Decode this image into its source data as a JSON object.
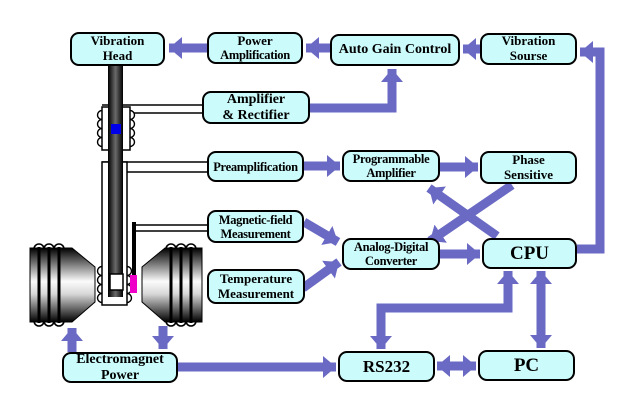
{
  "diagram_type": "block-diagram",
  "subject": "vibrating sample magnetometer measurement system",
  "colors": {
    "background": "#ffffff",
    "node_fill": "#ccfbfb",
    "node_border": "#000000",
    "arrow": "#6a6ac4",
    "reference_marker": "#0000e8",
    "hall_sensor": "#ee00c8",
    "text": "#000000"
  },
  "nodes": {
    "vibration_head": {
      "lines": [
        "Vibration",
        "Head"
      ]
    },
    "power_amplification": {
      "lines": [
        "Power",
        "Amplification"
      ]
    },
    "auto_gain_control": {
      "lines": [
        "Auto Gain Control"
      ]
    },
    "vibration_sourse": {
      "lines": [
        "Vibration",
        "Sourse"
      ]
    },
    "amplifier_rectifier": {
      "lines": [
        "Amplifier",
        "& Rectifier"
      ]
    },
    "preamplification": {
      "lines": [
        "Preamplification"
      ]
    },
    "programmable_amplifier": {
      "lines": [
        "Programmable",
        "Amplifier"
      ]
    },
    "phase_sensitive": {
      "lines": [
        "Phase",
        "Sensitive"
      ]
    },
    "magnetic_field_measurement": {
      "lines": [
        "Magnetic-field",
        "Measurement"
      ]
    },
    "temperature_measurement": {
      "lines": [
        "Temperature",
        "Measurement"
      ]
    },
    "analog_digital_converter": {
      "lines": [
        "Analog-Digital",
        "Converter"
      ]
    },
    "cpu": {
      "lines": [
        "CPU"
      ]
    },
    "electromagnet_power": {
      "lines": [
        "Electromagnet",
        "Power"
      ]
    },
    "rs232": {
      "lines": [
        "RS232"
      ]
    },
    "pc": {
      "lines": [
        "PC"
      ]
    }
  },
  "edges": [
    {
      "from": "power_amplification",
      "to": "vibration_head",
      "style": "thick-arrow"
    },
    {
      "from": "auto_gain_control",
      "to": "power_amplification",
      "style": "thick-arrow"
    },
    {
      "from": "vibration_sourse",
      "to": "auto_gain_control",
      "style": "thick-arrow"
    },
    {
      "from": "cpu",
      "to": "vibration_sourse",
      "style": "thick-arrow-elbow"
    },
    {
      "from": "amplifier_rectifier",
      "to": "auto_gain_control",
      "style": "thick-arrow-elbow"
    },
    {
      "from": "reference_coil",
      "to": "amplifier_rectifier",
      "style": "thin-signal-line-pair"
    },
    {
      "from": "pickup_coil",
      "to": "preamplification",
      "style": "thin-signal-line-pair"
    },
    {
      "from": "hall_probe",
      "to": "magnetic_field_measurement",
      "style": "thin-signal-line-pair"
    },
    {
      "from": "preamplification",
      "to": "programmable_amplifier",
      "style": "thick-arrow"
    },
    {
      "from": "programmable_amplifier",
      "to": "phase_sensitive",
      "style": "thick-arrow"
    },
    {
      "from": "phase_sensitive",
      "to": "analog_digital_converter",
      "style": "thick-arrow-diagonal"
    },
    {
      "from": "cpu",
      "to": "programmable_amplifier",
      "style": "thick-arrow-diagonal"
    },
    {
      "from": "magnetic_field_measurement",
      "to": "analog_digital_converter",
      "style": "thick-arrow-diagonal"
    },
    {
      "from": "temperature_measurement",
      "to": "analog_digital_converter",
      "style": "thick-arrow-diagonal"
    },
    {
      "from": "analog_digital_converter",
      "to": "cpu",
      "style": "thick-arrow"
    },
    {
      "from": "cpu",
      "to": "rs232",
      "style": "thick-arrow-elbow",
      "bidirectional": true
    },
    {
      "from": "cpu",
      "to": "pc",
      "style": "thick-arrow",
      "bidirectional": true
    },
    {
      "from": "rs232",
      "to": "pc",
      "style": "thick-arrow",
      "bidirectional": true
    },
    {
      "from": "electromagnet_power",
      "to": "rs232",
      "style": "thick-arrow"
    },
    {
      "from": "electromagnet_power",
      "to": "left_electromagnet",
      "style": "thick-arrow"
    },
    {
      "from": "right_electromagnet",
      "to": "electromagnet_power",
      "style": "thick-arrow"
    }
  ],
  "apparatus": [
    "vibration-rod",
    "reference-coil-with-blue-marker",
    "pickup-coil-tube",
    "white-sample-square",
    "magenta-hall-sensor",
    "left-electromagnet",
    "right-electromagnet"
  ]
}
